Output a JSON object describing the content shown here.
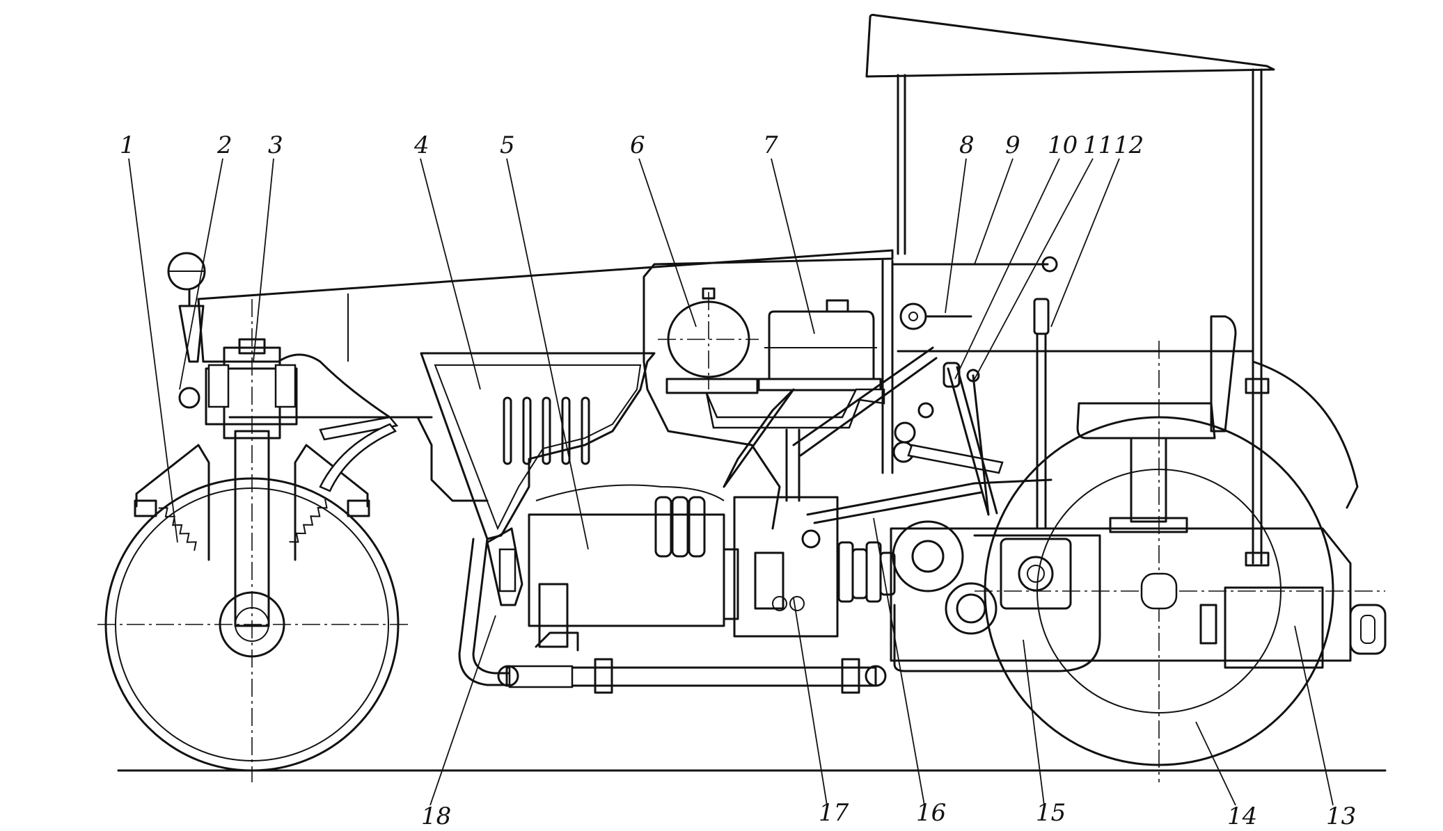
{
  "diagram": {
    "callouts": [
      {
        "id": "c1",
        "label": "1"
      },
      {
        "id": "c2",
        "label": "2"
      },
      {
        "id": "c3",
        "label": "3"
      },
      {
        "id": "c4",
        "label": "4"
      },
      {
        "id": "c5",
        "label": "5"
      },
      {
        "id": "c6",
        "label": "6"
      },
      {
        "id": "c7",
        "label": "7"
      },
      {
        "id": "c8",
        "label": "8"
      },
      {
        "id": "c9",
        "label": "9"
      },
      {
        "id": "c10",
        "label": "10"
      },
      {
        "id": "c11",
        "label": "11"
      },
      {
        "id": "c12",
        "label": "12"
      },
      {
        "id": "c13",
        "label": "13"
      },
      {
        "id": "c14",
        "label": "14"
      },
      {
        "id": "c15",
        "label": "15"
      },
      {
        "id": "c16",
        "label": "16"
      },
      {
        "id": "c17",
        "label": "17"
      },
      {
        "id": "c18",
        "label": "18"
      }
    ]
  }
}
